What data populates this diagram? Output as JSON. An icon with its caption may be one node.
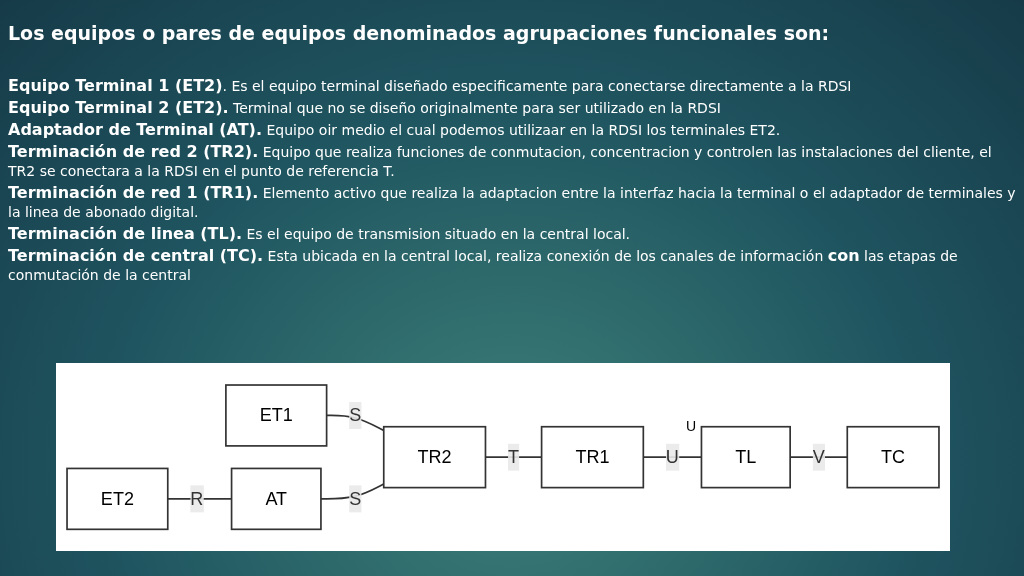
{
  "diagram": {
    "title": "Los equipos o pares de equipos denominados agrupaciones funcionales son:",
    "nodes": [
      {
        "text": [
          "ET1"
        ]
      },
      {
        "text": [
          "ET2"
        ]
      },
      {
        "text": [
          "AT"
        ]
      },
      {
        "text": [
          "TR2"
        ]
      },
      {
        "text": [
          "TR1"
        ]
      },
      {
        "text": [
          "TL"
        ]
      },
      {
        "text": [
          "TC"
        ]
      }
    ],
    "edges": [
      {
        "from": 0,
        "to": 3,
        "arrow": "none",
        "label": "S"
      },
      {
        "from": 1,
        "to": 2,
        "arrow": "none",
        "label": "R"
      },
      {
        "from": 2,
        "to": 3,
        "arrow": "none",
        "label": "S"
      },
      {
        "from": 3,
        "to": 4,
        "arrow": "none",
        "label": "T"
      },
      {
        "from": 4,
        "to": 5,
        "arrow": "none",
        "label": "U"
      },
      {
        "from": 5,
        "to": 6,
        "arrow": "none",
        "label": "V"
      }
    ],
    "labels": [
      "**Equipo Terminal 1 (ET2)**. Es el equipo terminal diseñado especificamente para conectarse directamente a la RDSI",
      "**Equipo Terminal 2 (ET2).** Terminal que no se diseño originalmente para ser utilizado en la RDSI",
      "**Adaptador de Terminal (AT).** Equipo oir medio el cual podemos utilizaar en la RDSI los terminales ET2.",
      "**Terminación de red 2 (TR2).** Equipo que realiza funciones de conmutacion, concentracion y controlen las instalaciones del cliente, el TR2 se conectara a la RDSI en el punto de referencia T.",
      "**Terminación de red 1 (TR1).** Elemento activo que realiza la adaptacion entre la interfaz hacia la terminal o el adaptador de terminales y la linea de abonado digital.",
      "**Terminación de linea (TL).** Es el equipo de transmision situado en la central local.",
      "**Terminación de central (TC).** Esta ubicada en la central local, realiza conexión de los canales de información **con** las etapas de conmutación de la central",
      "U"
    ]
  }
}
